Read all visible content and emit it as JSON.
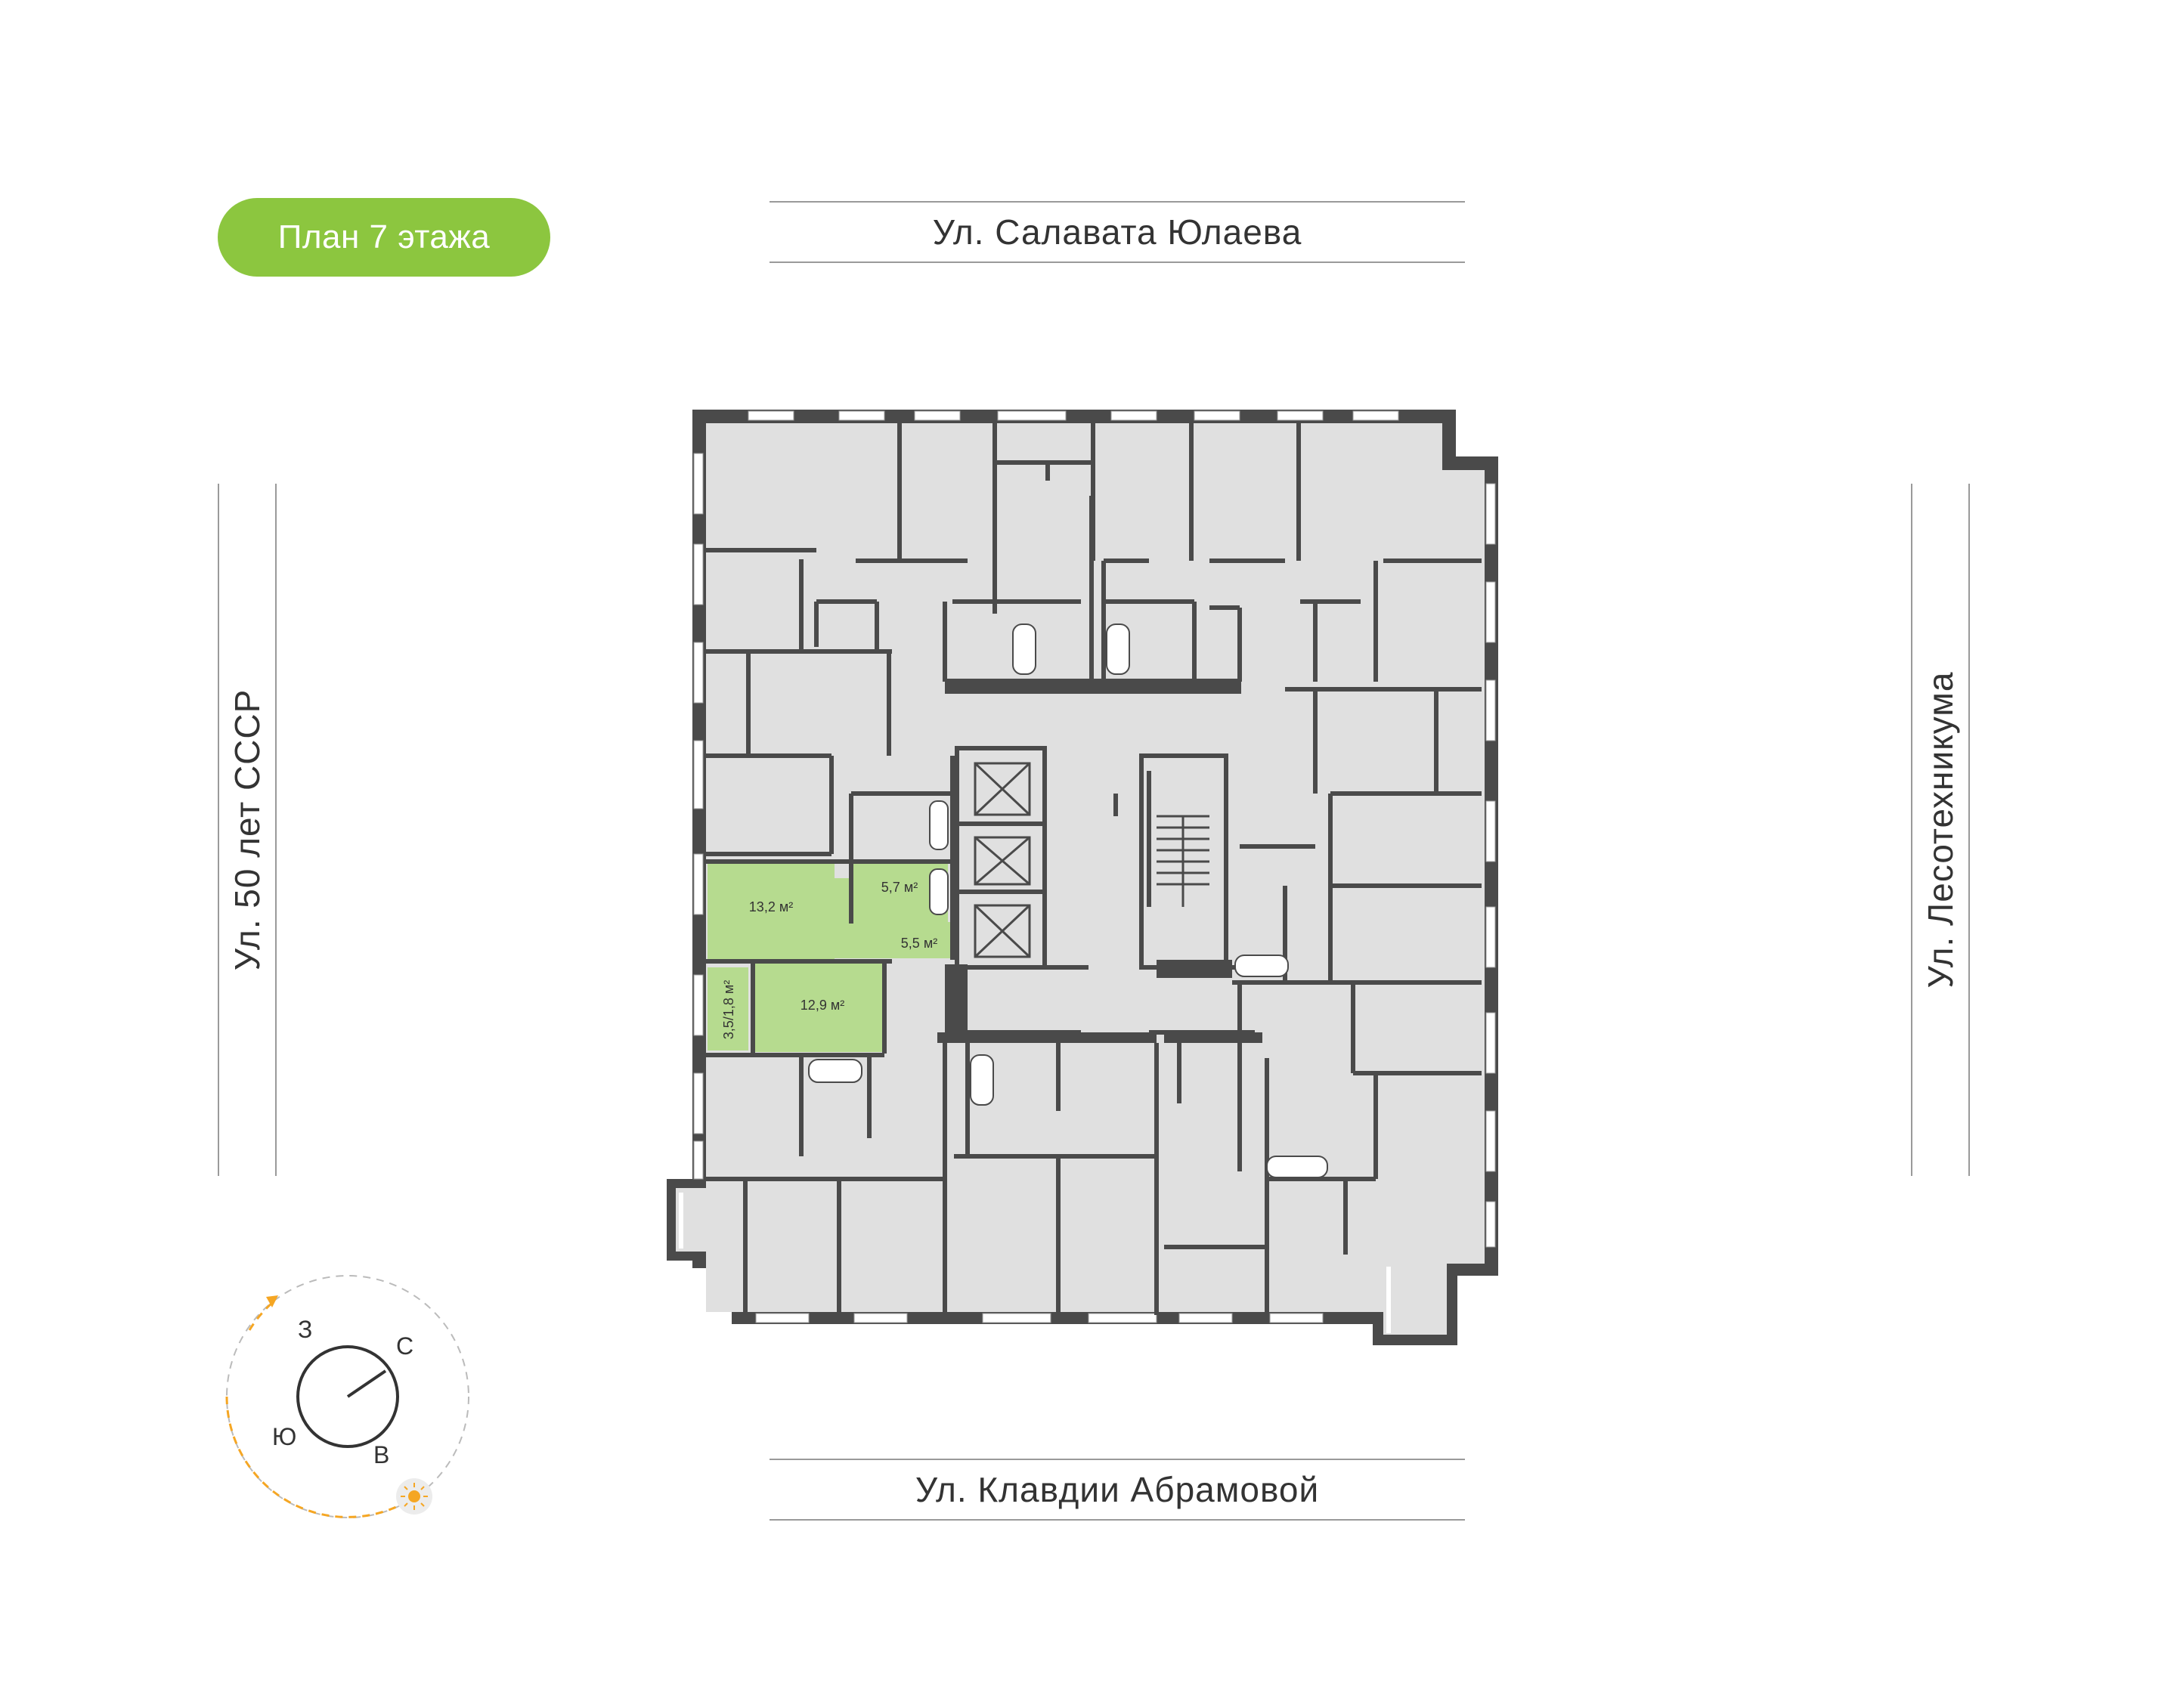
{
  "header": {
    "badge_label": "План 7 этажа",
    "badge_color": "#8cc63f"
  },
  "streets": {
    "top": "Ул. Салавата Юлаева",
    "bottom": "Ул. Клавдии Абрамовой",
    "left": "Ул. 50 лет СССР",
    "right": "Ул. Лесотехникума"
  },
  "highlighted_apartment": {
    "color": "#b6db8f",
    "rooms": [
      {
        "name": "kitchen",
        "area": "13,2 м²"
      },
      {
        "name": "bathroom",
        "area": "5,7 м²"
      },
      {
        "name": "hallway",
        "area": "5,5 м²"
      },
      {
        "name": "bedroom",
        "area": "12,9 м²"
      },
      {
        "name": "balcony",
        "area": "3,5/1,8 м²"
      }
    ]
  },
  "compass": {
    "letters": {
      "west": "З",
      "north": "С",
      "south": "Ю",
      "east": "В"
    },
    "sun_icon": "sun-icon",
    "arc_color": "#f5a623"
  },
  "colors": {
    "wall": "#4a4a4a",
    "floor": "#e0e0e0",
    "window": "#ffffff"
  }
}
